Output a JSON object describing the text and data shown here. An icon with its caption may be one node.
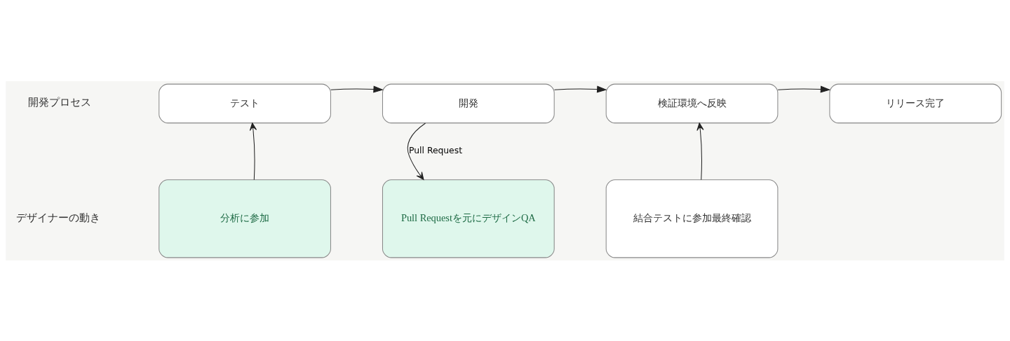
{
  "diagram": {
    "nodes": [
      {
        "text": [
          "テスト"
        ]
      },
      {
        "text": [
          "開発"
        ]
      },
      {
        "text": [
          "検証環境へ反映"
        ]
      },
      {
        "text": [
          "リリース完了"
        ]
      },
      {
        "text": [
          "分析に参加"
        ]
      },
      {
        "text": [
          "Pull Requestを元にデザインQA"
        ]
      },
      {
        "text": [
          "結合テストに参加最終確認"
        ]
      }
    ],
    "edges": [
      {
        "from": 0,
        "to": 1,
        "arrow": "to"
      },
      {
        "from": 1,
        "to": 2,
        "arrow": "to"
      },
      {
        "from": 2,
        "to": 3,
        "arrow": "to"
      },
      {
        "from": 4,
        "to": 0,
        "arrow": "to"
      },
      {
        "from": 1,
        "to": 5,
        "arrow": "to",
        "label": "Pull Request"
      },
      {
        "from": 6,
        "to": 2,
        "arrow": "to"
      }
    ],
    "labels": [
      "開発プロセス",
      "デザイナーの動き"
    ]
  }
}
